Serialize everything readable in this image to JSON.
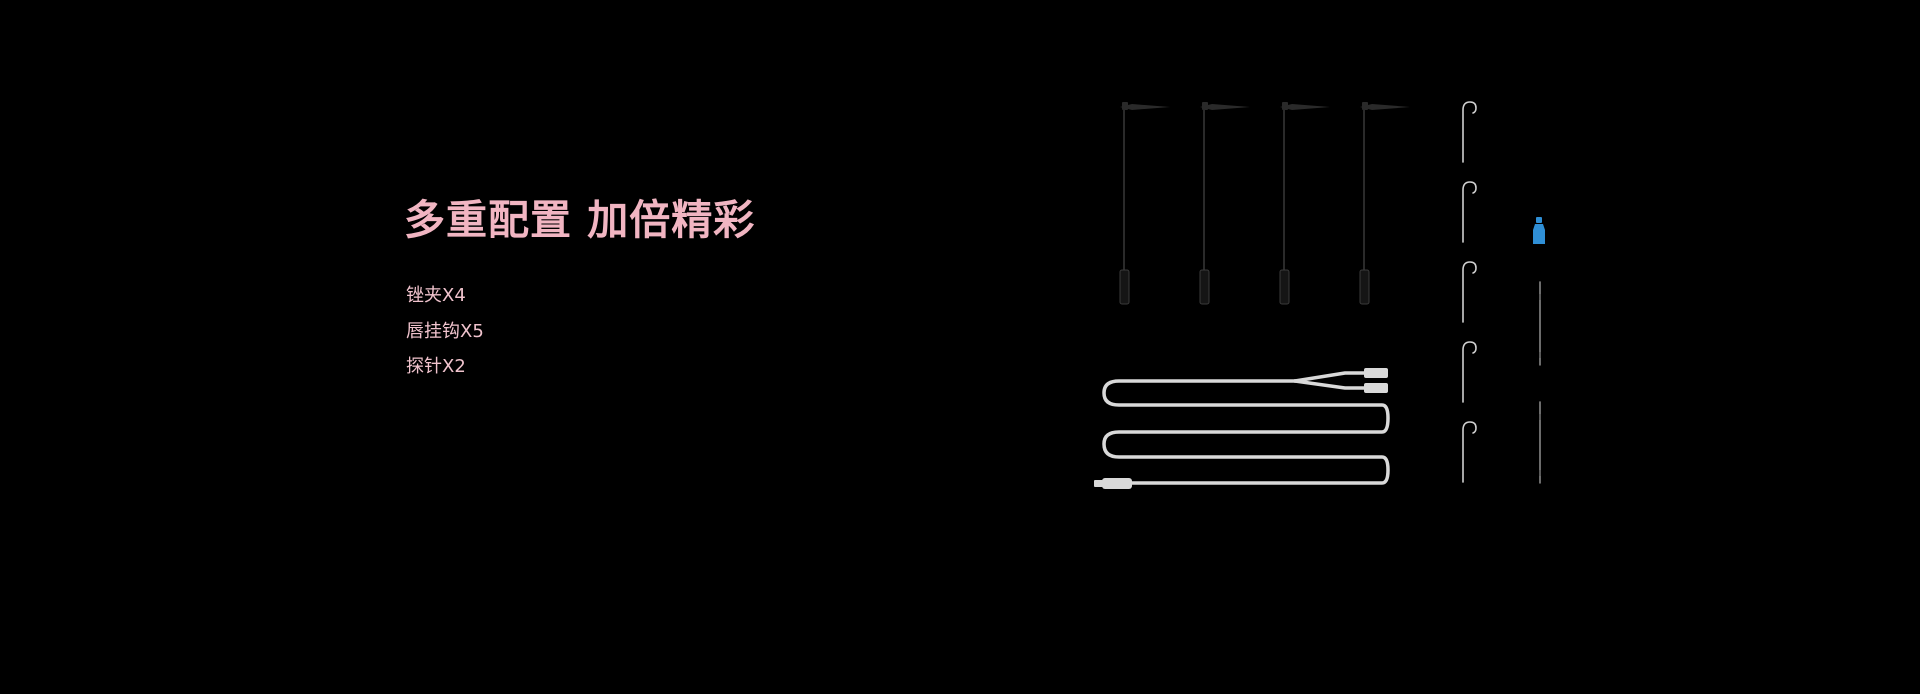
{
  "hero": {
    "title": "多重配置 加倍精彩",
    "accessories": [
      "锉夹X4",
      "唇挂钩X5",
      "探针X2"
    ]
  },
  "colors": {
    "background": "#000000",
    "title": "#f1b5c2",
    "text": "#f0c3cd",
    "clip_body": "#2a2a2a",
    "clip_grip": "#151515",
    "cable": "#d9d9d9",
    "hook": "#cfcfcf",
    "probe": "#9a9a9a",
    "adapter": "#2f8fd6"
  }
}
